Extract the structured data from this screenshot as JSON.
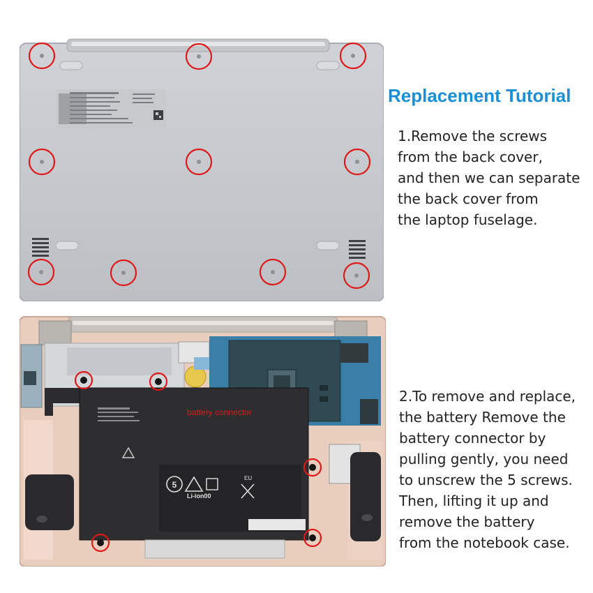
{
  "title": "Replacement Tutorial",
  "step1": {
    "lines": [
      "1.Remove the screws",
      "from the back cover,",
      "and then we can separate",
      "the back cover from",
      "the laptop fuselage."
    ]
  },
  "step2": {
    "lines": [
      "2.To remove and replace,",
      "the battery Remove the",
      "battery connector by",
      "pulling gently, you need",
      "to unscrew the 5 screws.",
      "Then, lifting it up and",
      "remove the battery",
      "from the notebook case."
    ]
  },
  "annotation": {
    "battery_connector": "battery connector"
  },
  "battery_marks": {
    "recycle": "5",
    "chemistry": "Li-ion00",
    "region": "EU"
  },
  "colors": {
    "title": "#1a8fd6",
    "highlight": "#e01818",
    "case": "#c9ccd0",
    "board": "#2f4a52"
  }
}
